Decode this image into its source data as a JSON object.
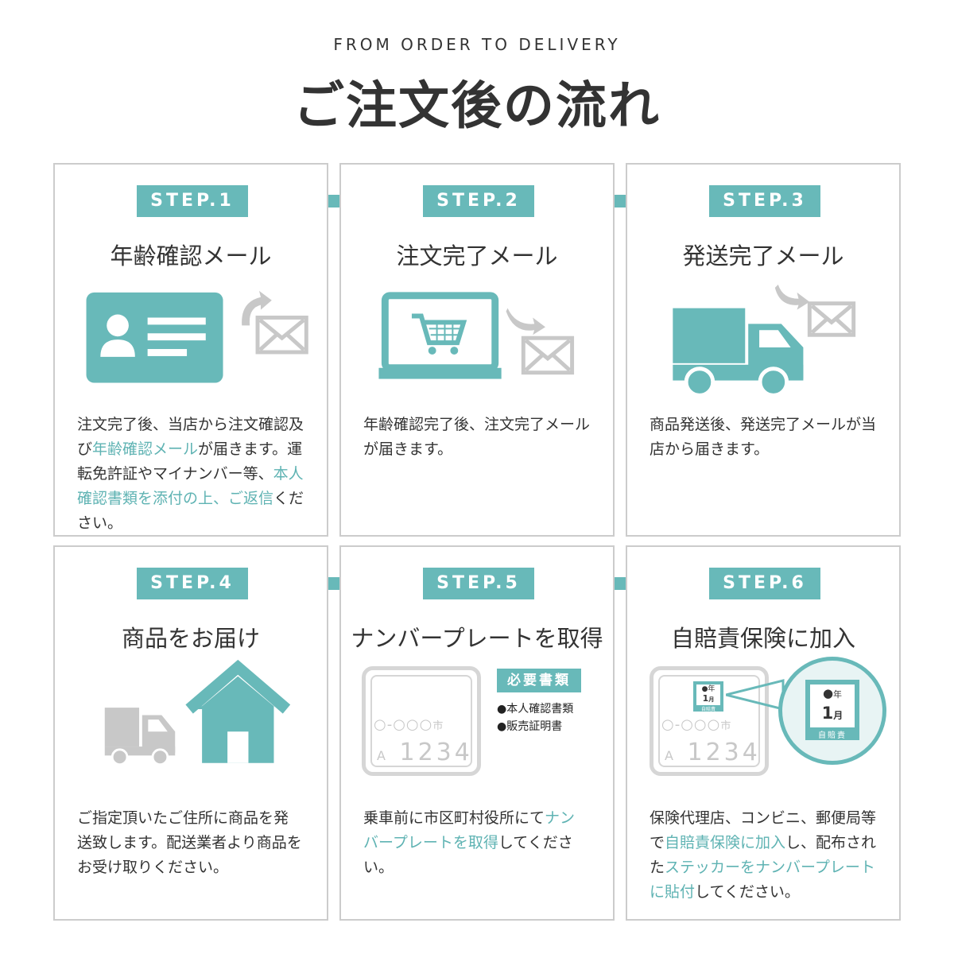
{
  "header": {
    "subtitle": "FROM ORDER TO DELIVERY",
    "title": "ご注文後の流れ"
  },
  "steps": [
    {
      "label": "STEP.1",
      "title": "年齢確認メール",
      "desc": [
        {
          "text": "注文完了後、当店から注文確認及び",
          "hl": false
        },
        {
          "text": "年齢確認メール",
          "hl": true
        },
        {
          "text": "が届きます。運転免許証やマイナンバー等、",
          "hl": false
        },
        {
          "text": "本人確認書類を添付の上、ご返信",
          "hl": true
        },
        {
          "text": "ください。",
          "hl": false
        }
      ]
    },
    {
      "label": "STEP.2",
      "title": "注文完了メール",
      "desc": [
        {
          "text": "年齢確認完了後、注文完了メールが届きます。",
          "hl": false
        }
      ]
    },
    {
      "label": "STEP.3",
      "title": "発送完了メール",
      "desc": [
        {
          "text": "商品発送後、発送完了メールが当店から届きます。",
          "hl": false
        }
      ]
    },
    {
      "label": "STEP.4",
      "title": "商品をお届け",
      "desc": [
        {
          "text": "ご指定頂いたご住所に商品を発送致します。配送業者より商品をお受け取りください。",
          "hl": false
        }
      ]
    },
    {
      "label": "STEP.5",
      "title": "ナンバープレートを取得",
      "desc": [
        {
          "text": "乗車前に市区町村役所にて",
          "hl": false
        },
        {
          "text": "ナンバープレートを取得",
          "hl": true
        },
        {
          "text": "してください。",
          "hl": false
        }
      ]
    },
    {
      "label": "STEP.6",
      "title": "自賠責保険に加入",
      "desc": [
        {
          "text": "保険代理店、コンビニ、郵便局等で",
          "hl": false
        },
        {
          "text": "自賠責保険に加入",
          "hl": true
        },
        {
          "text": "し、配布された",
          "hl": false
        },
        {
          "text": "ステッカーをナンバープレートに貼付",
          "hl": true
        },
        {
          "text": "してください。",
          "hl": false
        }
      ]
    }
  ],
  "plate": {
    "top_line": "○-○○○",
    "city": "市",
    "prefix": "A",
    "number": "1234"
  },
  "required_docs": {
    "title": "必要書類",
    "items": [
      "●本人確認書類",
      "●販売証明書"
    ]
  },
  "sticker": {
    "dot": "●",
    "year": "年",
    "month_num": "1",
    "month": "月",
    "label": "自賠責"
  },
  "colors": {
    "accent": "#68b9b9",
    "gray": "#c8c8c8",
    "border": "#cccccc",
    "text": "#333333"
  },
  "icons": [
    "id-card-icon",
    "mail-icon",
    "curved-arrow-icon",
    "laptop-cart-icon",
    "truck-icon",
    "house-icon",
    "license-plate-icon",
    "right-arrow-icon"
  ]
}
